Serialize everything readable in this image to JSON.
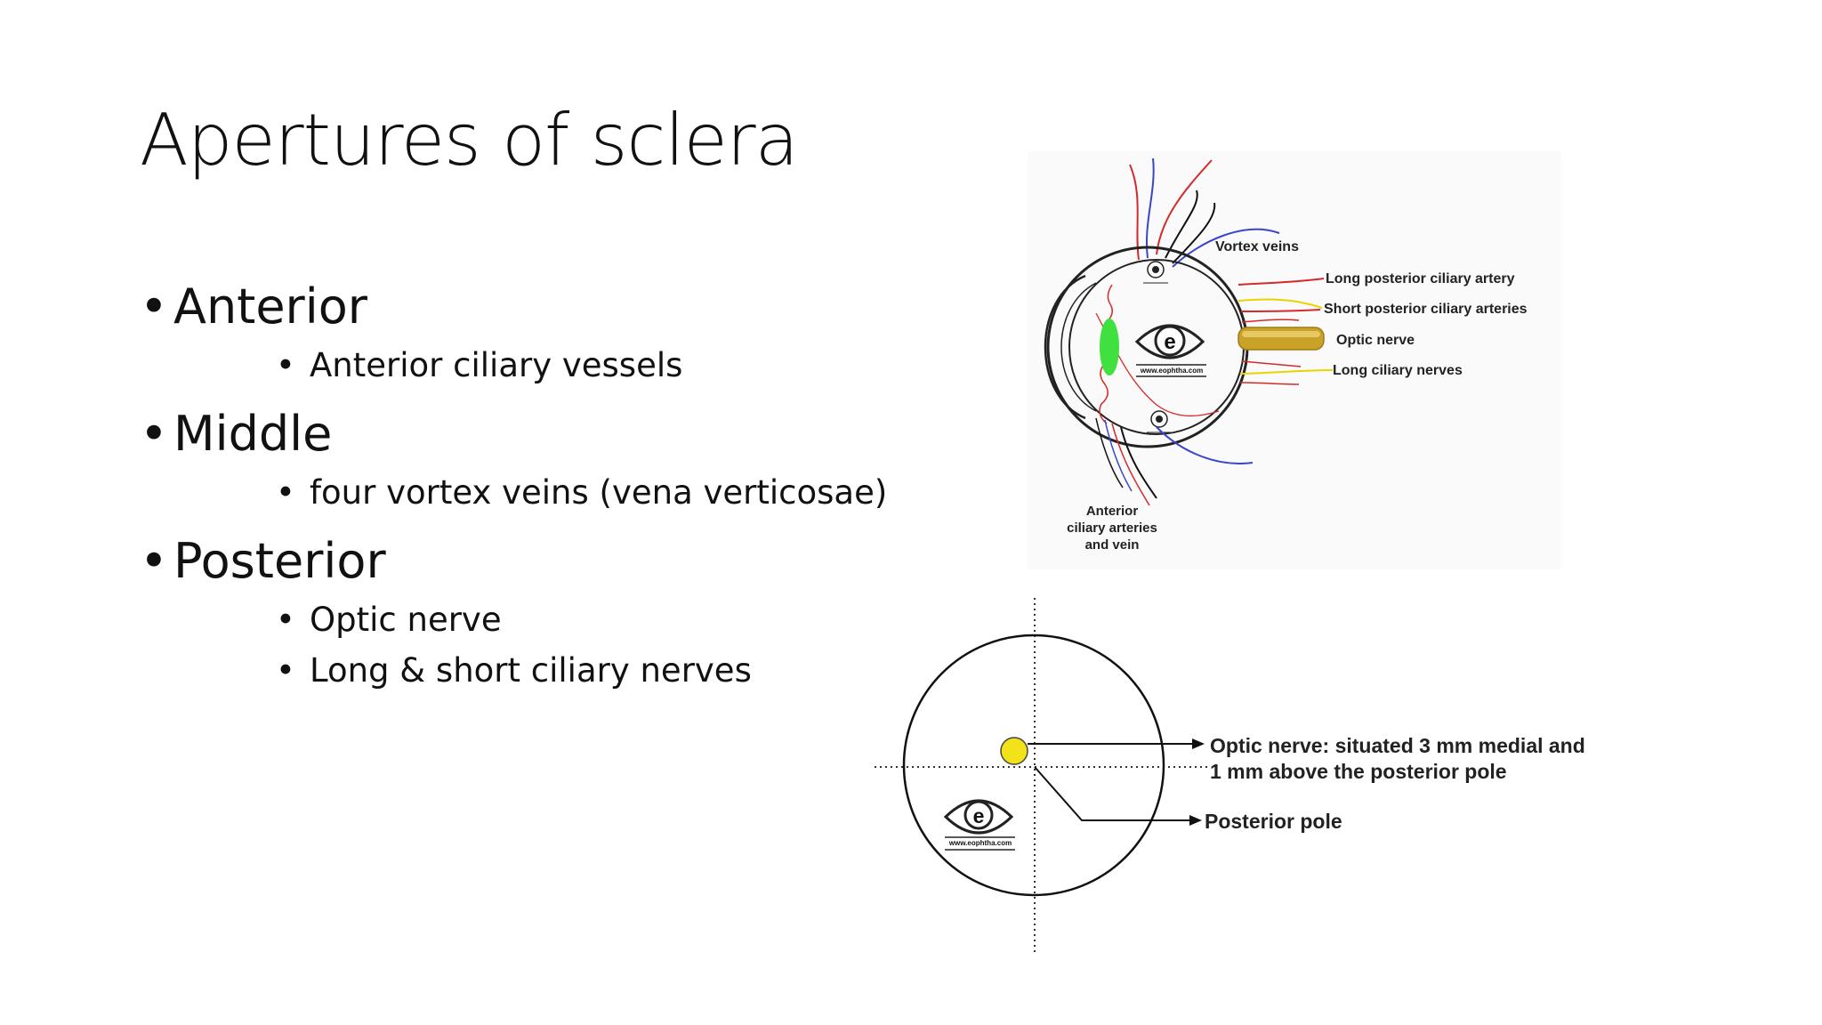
{
  "slide": {
    "title": "Apertures of sclera",
    "bullets": [
      {
        "label": "Anterior",
        "sub": [
          "Anterior ciliary vessels"
        ]
      },
      {
        "label": "Middle",
        "sub": [
          "four vortex veins (vena verticosae)"
        ]
      },
      {
        "label": "Posterior",
        "sub": [
          "Optic nerve",
          "Long & short ciliary nerves"
        ]
      }
    ]
  },
  "eye_diagram": {
    "labels": {
      "vortex_veins": "Vortex veins",
      "long_posterior_ciliary_artery": "Long posterior ciliary artery",
      "short_posterior_ciliary_arteries": "Short posterior ciliary arteries",
      "optic_nerve": "Optic nerve",
      "long_ciliary_nerves": "Long ciliary nerves",
      "anterior_line1": "Anterior",
      "anterior_line2": "ciliary arteries",
      "anterior_line3": "and vein"
    },
    "watermark": "www.eophtha.com"
  },
  "pole_diagram": {
    "labels": {
      "optic_nerve_line1": "Optic nerve: situated 3 mm medial and",
      "optic_nerve_line2": "1 mm above the posterior pole",
      "posterior_pole": "Posterior pole"
    },
    "watermark": "www.eophtha.com"
  },
  "colors": {
    "text": "#111111",
    "artery_red": "#d42a2a",
    "vein_blue": "#3a46c8",
    "nerve_yellow": "#e8d400",
    "optic_gold": "#c9a227",
    "lens_green": "#3fe03f",
    "optic_disc_yellow": "#f2e21a"
  }
}
